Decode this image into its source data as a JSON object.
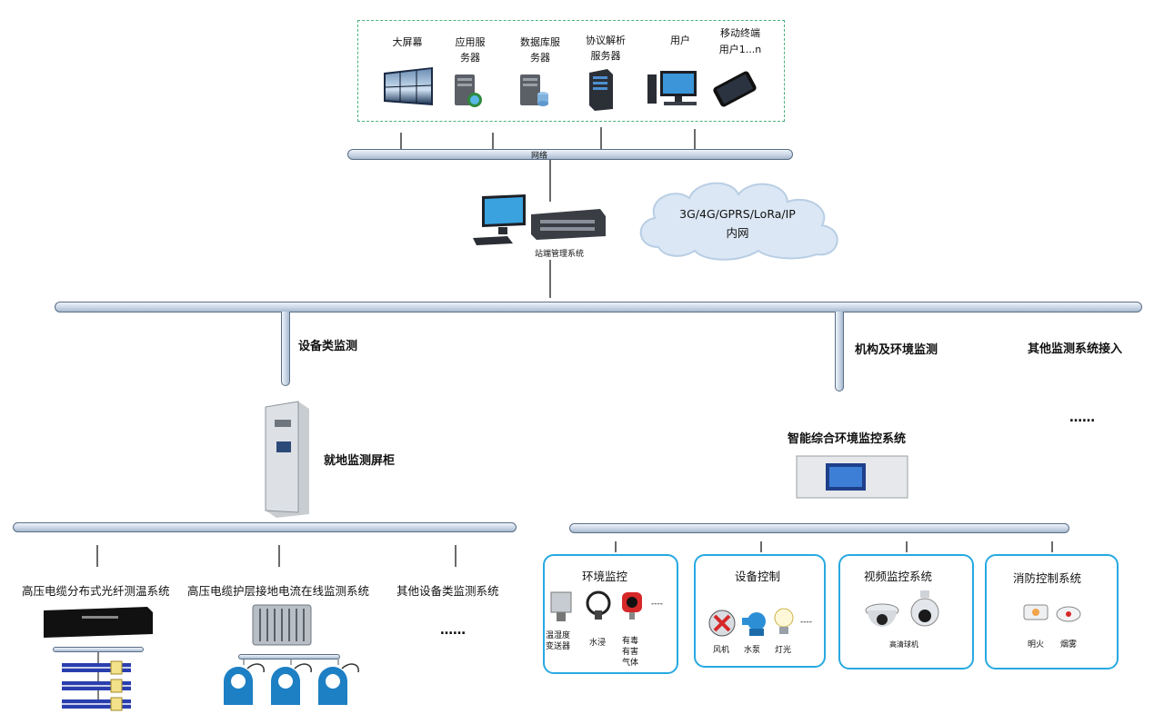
{
  "top_devices": [
    {
      "label": "大屏幕",
      "icon": "video-wall-icon"
    },
    {
      "label": "应用服\n务器",
      "icon": "app-server-icon"
    },
    {
      "label": "数据库服\n务器",
      "icon": "database-server-icon"
    },
    {
      "label": "协议解析\n服务器",
      "icon": "protocol-server-icon"
    },
    {
      "label": "用户",
      "icon": "desktop-pc-icon"
    },
    {
      "label": "移动终端\n用户1...n",
      "icon": "mobile-phone-icon"
    }
  ],
  "network_label": "网络",
  "station_label": "站端管理系统",
  "cloud": {
    "line1": "3G/4G/GPRS/LoRa/IP",
    "line2": "内网"
  },
  "branches": {
    "device_monitoring": "设备类监测",
    "env_monitoring": "机构及环境监测",
    "other_access": "其他监测系统接入",
    "other_ellipsis": "……"
  },
  "local_cabinet_label": "就地监测屏柜",
  "env_system_label": "智能综合环境监控系统",
  "device_systems": [
    "高压电缆分布式光纤测温系统",
    "高压电缆护层接地电流在线监测系统",
    "其他设备类监测系统"
  ],
  "device_ellipsis": "……",
  "env_boxes": [
    {
      "title": "环境监控",
      "items": [
        "温湿度\n变送器",
        "水浸",
        "有毒\n有害\n气体"
      ],
      "more": "----"
    },
    {
      "title": "设备控制",
      "items": [
        "风机",
        "水泵",
        "灯光"
      ],
      "more": "----"
    },
    {
      "title": "视频监控系统",
      "items": [
        "高清球机"
      ]
    },
    {
      "title": "消防控制系统",
      "items": [
        "明火",
        "烟雾"
      ]
    }
  ],
  "colors": {
    "box_border": "#27a9e1",
    "bus": "#c9d6e6",
    "dashed": "#4caf7f",
    "sensor_blue": "#1d7fc4"
  }
}
